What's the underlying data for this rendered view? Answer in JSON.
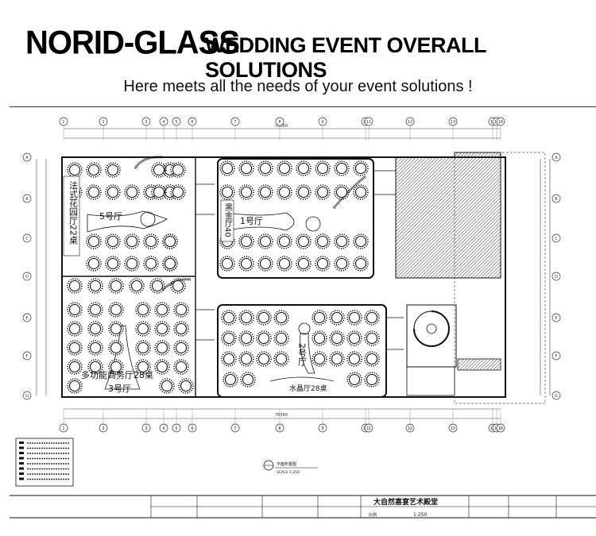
{
  "header": {
    "brand": "NORID-GLASS",
    "headline": "WEDDING EVENT OVERALL SOLUTIONS",
    "subtitle": "Here meets all the needs of your event solutions !"
  },
  "plan": {
    "halls": {
      "hall5": "5号厅",
      "french_garden": "法式花园厅22桌",
      "hall1": "1号厅",
      "black_gold": "黑金厅40",
      "hall2": "2号厅",
      "crystal": "水晶厅28桌",
      "multi_business": "多功能商务厅28桌",
      "hall3": "3号厅"
    },
    "grid_columns": [
      "1",
      "2",
      "3",
      "4",
      "5",
      "6",
      "7",
      "8",
      "9",
      "10",
      "11",
      "12",
      "13",
      "14",
      "15",
      "16"
    ],
    "grid_rows": [
      "A",
      "B",
      "C",
      "D",
      "E",
      "F",
      "G"
    ],
    "overall_dim": "76360",
    "drawing_title": "平面布置图",
    "scale": "SCALE 1:250",
    "title_block": {
      "project": "大自然喜宴艺术殿堂",
      "ratio_label": "比例",
      "ratio_value": "1:250"
    }
  }
}
